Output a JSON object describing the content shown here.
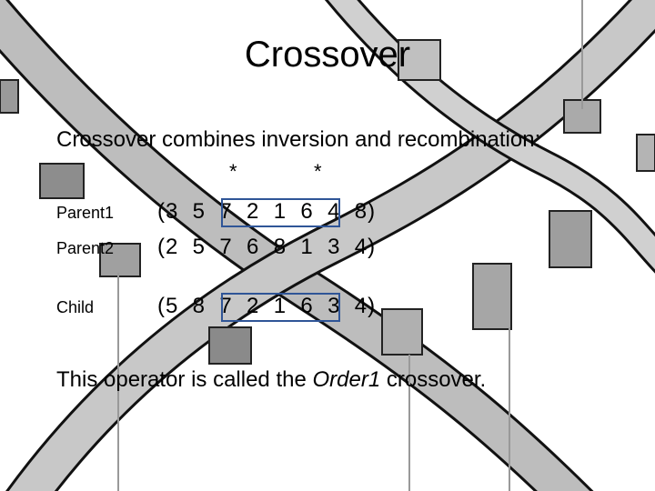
{
  "slide": {
    "title": "Crossover",
    "intro": "Crossover combines inversion and recombination:",
    "markers": [
      "*",
      "*"
    ],
    "rows": [
      {
        "label": "Parent1",
        "sequence": "(3  5  7  2  1  6  4  8)"
      },
      {
        "label": "Parent2",
        "sequence": "(2  5  7  6  8  1  3  4)"
      },
      {
        "label": "Child",
        "sequence": "(5  8  7  2  1  6  3  4)"
      }
    ],
    "footer": {
      "before": "This operator is called the ",
      "emphasis": "Order1",
      "after": " crossover."
    }
  },
  "colors": {
    "box": "#2f5597",
    "helix": "#b8b8b8",
    "helix_edge": "#111111"
  }
}
